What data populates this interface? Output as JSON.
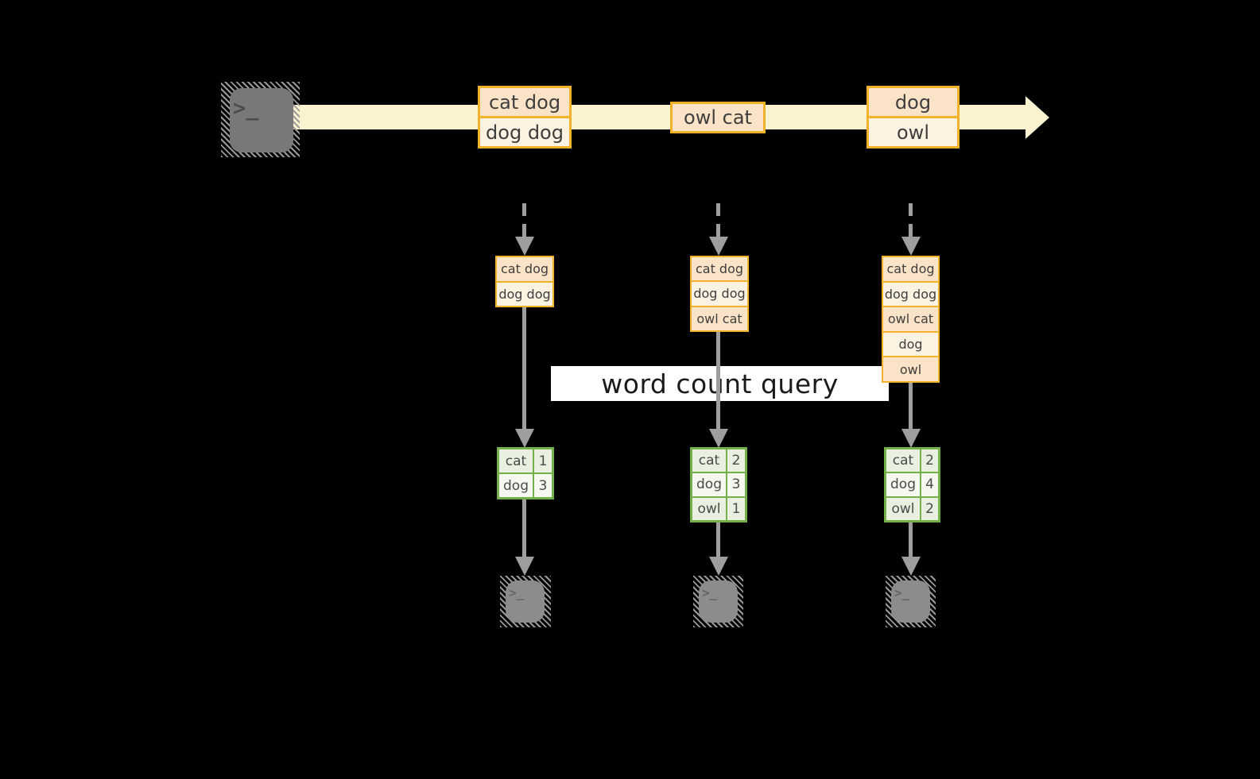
{
  "banner": {
    "label": "word count query"
  },
  "icons": {
    "terminal_prompt": ">_"
  },
  "colors": {
    "background": "#000000",
    "stream_band": "#FBF2CF",
    "box_border": "#F2B32A",
    "box_fill_dark": "#FAE3C6",
    "box_fill_light": "#FCF2E2",
    "table_border": "#74B04A",
    "table_fill_dark": "#E9F0E0",
    "table_fill_light": "#F4F8EF",
    "arrow": "#9E9E9E",
    "banner_bg": "#FFFFFF"
  },
  "stream": {
    "events": [
      {
        "lines": [
          "cat dog",
          "dog dog"
        ]
      },
      {
        "lines": [
          "owl cat"
        ]
      },
      {
        "lines": [
          "dog",
          "owl"
        ]
      }
    ]
  },
  "columns": [
    {
      "accumulated": [
        "cat dog",
        "dog dog"
      ],
      "counts": [
        {
          "word": "cat",
          "count": "1"
        },
        {
          "word": "dog",
          "count": "3"
        }
      ]
    },
    {
      "accumulated": [
        "cat dog",
        "dog dog",
        "owl cat"
      ],
      "counts": [
        {
          "word": "cat",
          "count": "2"
        },
        {
          "word": "dog",
          "count": "3"
        },
        {
          "word": "owl",
          "count": "1"
        }
      ]
    },
    {
      "accumulated": [
        "cat dog",
        "dog dog",
        "owl cat",
        "dog",
        "owl"
      ],
      "counts": [
        {
          "word": "cat",
          "count": "2"
        },
        {
          "word": "dog",
          "count": "4"
        },
        {
          "word": "owl",
          "count": "2"
        }
      ]
    }
  ]
}
